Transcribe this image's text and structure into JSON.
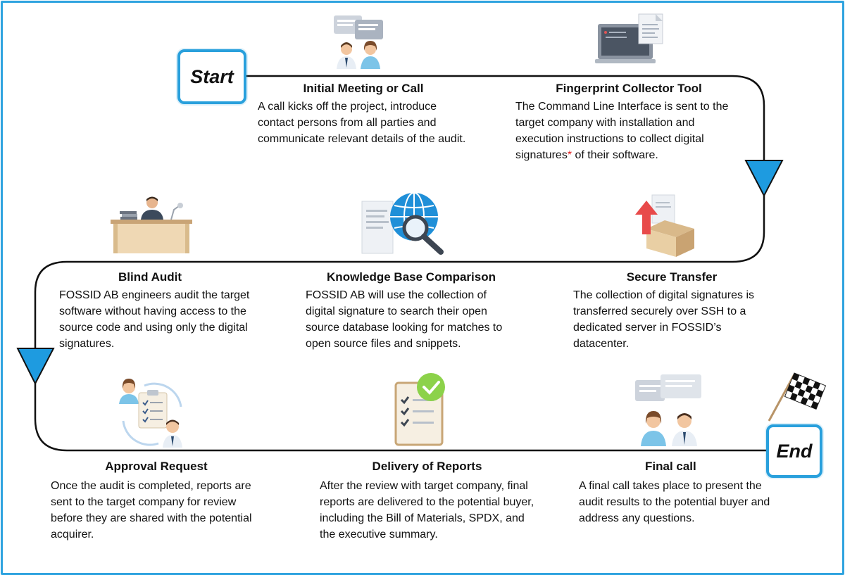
{
  "terminals": {
    "start": "Start",
    "end": "End"
  },
  "steps": [
    {
      "title": "Initial Meeting or Call",
      "text": "A call kicks off the project, introduce contact persons from all parties and communicate relevant details of the audit."
    },
    {
      "title": "Fingerprint Collector Tool",
      "text": "The Command Line Interface is sent to the target company with installation and execution instructions to collect digital signatures",
      "asterisk": "*",
      "text_after": " of their software."
    },
    {
      "title": "Blind Audit",
      "text": "FOSSID AB engineers audit the target software without having access to the source code and using only the digital signatures."
    },
    {
      "title": "Knowledge Base Comparison",
      "text": "FOSSID AB will use the collection of digital signature to search their open source database looking for matches to open source files and snippets."
    },
    {
      "title": "Secure Transfer",
      "text": "The collection of digital signatures is transferred securely over SSH to a dedicated server in FOSSID’s datacenter."
    },
    {
      "title": "Approval Request",
      "text": "Once the audit is completed, reports are sent to the target company for review before they are shared with the potential acquirer."
    },
    {
      "title": "Delivery of Reports",
      "text": "After the review with target company, final reports are delivered to the potential buyer, including the Bill of Materials, SPDX, and the executive summary."
    },
    {
      "title": "Final call",
      "text": "A final call takes place to present the audit results to the potential buyer and address any questions."
    }
  ],
  "icons": {
    "step1": "meeting-chat-icon",
    "step2": "laptop-cli-icon",
    "step3": "office-desk-icon",
    "step4": "globe-search-icon",
    "step5": "box-upload-icon",
    "step6": "approval-cycle-icon",
    "step7": "checklist-report-icon",
    "step8": "final-call-chat-icon",
    "end": "checkered-flag-icon"
  },
  "colors": {
    "accent": "#29a0dc",
    "path": "#111111",
    "asterisk": "#e02020"
  }
}
